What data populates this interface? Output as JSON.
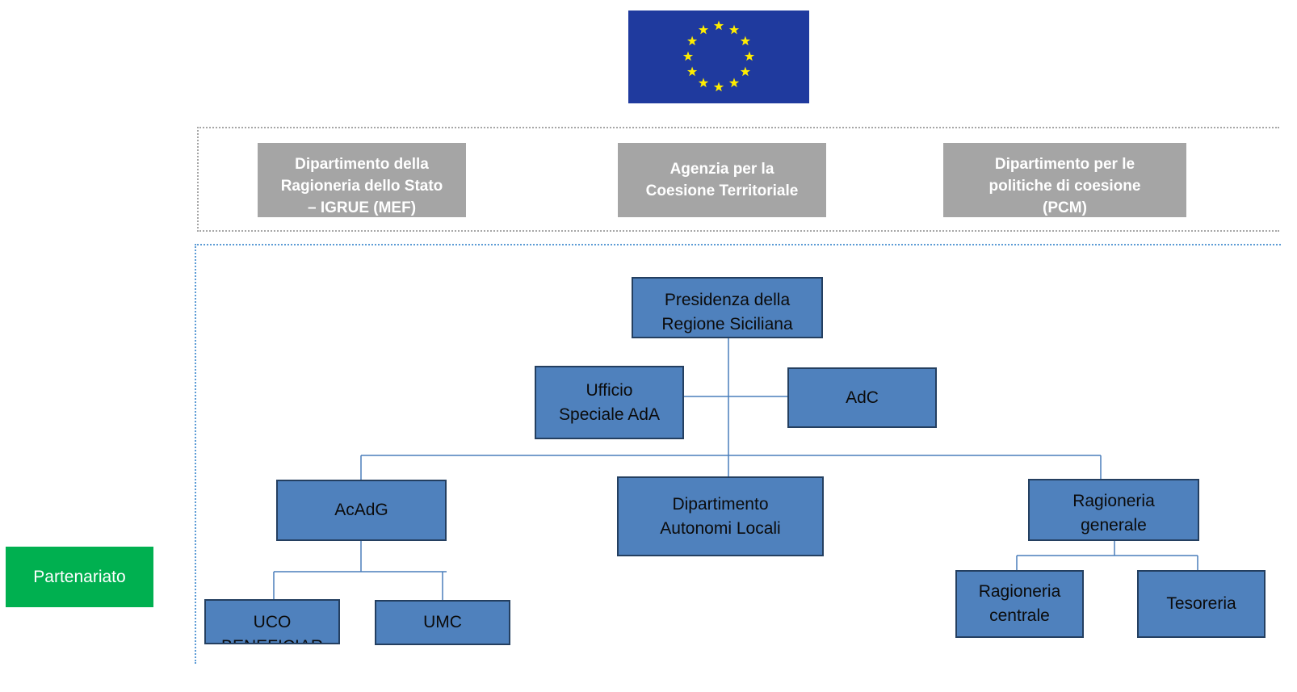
{
  "logo": {
    "name": "eu-flag",
    "colors": {
      "field": "#1f3a9e",
      "stars": "#ffed00"
    }
  },
  "national_bodies": [
    {
      "label": "Dipartimento della\nRagioneria dello Stato\n– IGRUE (MEF)"
    },
    {
      "label": "Agenzia per la\nCoesione Territoriale"
    },
    {
      "label": "Dipartimento per le\npolitiche di coesione\n(PCM)"
    }
  ],
  "org_chart": {
    "presidenza": "Presidenza della\nRegione Siciliana",
    "ufficio_ada": "Ufficio\nSpeciale AdA",
    "adc": "AdC",
    "acadg": "AcAdG",
    "dip_autonomie": "Dipartimento\nAutonomi Locali",
    "ragioneria_generale": "Ragioneria\ngenerale",
    "uco": "UCO\nBENEFICIAR",
    "umc": "UMC",
    "ragioneria_centrale": "Ragioneria\ncentrale",
    "tesoreria": "Tesoreria"
  },
  "partenariato": "Partenariato",
  "colors": {
    "box_blue": "#4f81bd",
    "box_border": "#243f60",
    "box_grey": "#a5a5a5",
    "partenariato_green": "#00b050",
    "connector": "#4a7ebb"
  }
}
